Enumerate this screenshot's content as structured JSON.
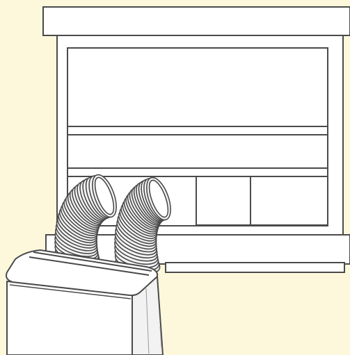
{
  "illustration": {
    "subject": "portable-air-conditioner-dual-hose-window-install",
    "colors": {
      "background": "#fdf8dc",
      "line": "#4a4a4a",
      "fill": "#ffffff",
      "hose_fill": "#f4f4f4",
      "unit_shadow": "#eeeeee"
    },
    "parts": [
      "window-frame",
      "window-sash",
      "window-panel-kit",
      "intake-hose",
      "exhaust-hose",
      "air-conditioner-unit"
    ],
    "hose_ring_count": 26
  }
}
